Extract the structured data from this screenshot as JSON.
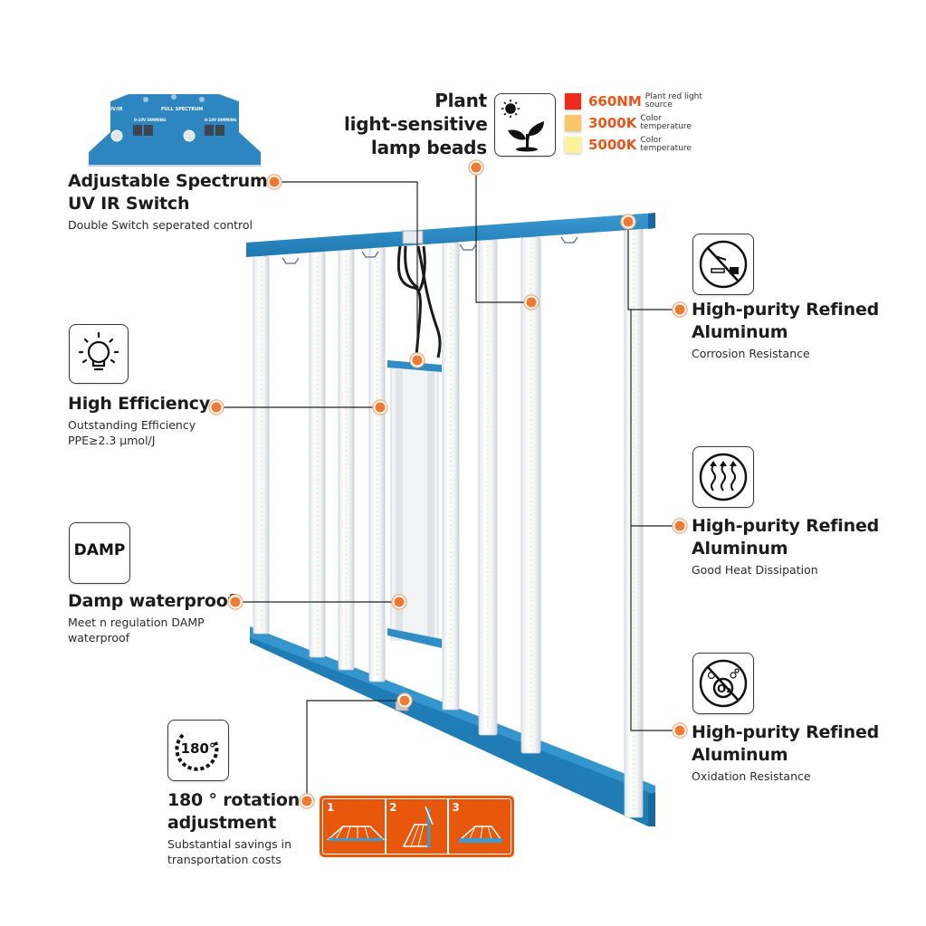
{
  "colors": {
    "accent_orange": "#ee7a33",
    "frame_blue": "#2f8cc4",
    "step_orange": "#e8580c",
    "red_660": "#ee2b1b",
    "amber_3000": "#f7c56a",
    "yellow_5000": "#fbf29a"
  },
  "controller": {
    "label_left": "UV/IR",
    "label_left_sub": "0-10V DIMMING",
    "label_right": "FULL SPECTRUM",
    "label_right_sub": "0-10V DIMMING"
  },
  "spectrum_switch": {
    "title_line1": "Adjustable Spectrum",
    "title_line2": "UV IR Switch",
    "subtitle": "Double Switch seperated control"
  },
  "lamp_beads": {
    "title_line1": "Plant",
    "title_line2": "light-sensitive",
    "title_line3": "lamp beads",
    "icon": "sun-plant-icon",
    "legend": [
      {
        "code": "660NM",
        "desc": "Plant red light\nsource",
        "color": "#ee2b1b"
      },
      {
        "code": "3000K",
        "desc": "Color\ntemperature",
        "color": "#f7c56a"
      },
      {
        "code": "5000K",
        "desc": "Color\ntemperature",
        "color": "#fbf29a"
      }
    ]
  },
  "efficiency": {
    "icon": "light-bulb-icon",
    "title": "High Efficiency",
    "sub_line1": "Outstanding Efficiency",
    "sub_line2": "PPE≥2.3 μmol/J"
  },
  "damp": {
    "icon_text": "DAMP",
    "title": "Damp waterproof",
    "sub_line1": "Meet n regulation DAMP",
    "sub_line2": "waterproof"
  },
  "rotation": {
    "icon_text": "180°",
    "title_line1": "180 ° rotation",
    "title_line2": "adjustment",
    "sub_line1": "Substantial savings in",
    "sub_line2": "transportation costs",
    "steps": [
      "1",
      "2",
      "3"
    ]
  },
  "aluminum_features": [
    {
      "icon": "no-corrosion-icon",
      "title_line1": "High-purity Refined",
      "title_line2": "Aluminum",
      "subtitle": "Corrosion Resistance"
    },
    {
      "icon": "heat-dissipation-icon",
      "title_line1": "High-purity Refined",
      "title_line2": "Aluminum",
      "subtitle": "Good Heat Dissipation"
    },
    {
      "icon": "no-oxidation-icon",
      "title_line1": "High-purity Refined",
      "title_line2": "Aluminum",
      "subtitle": "Oxidation Resistance"
    }
  ]
}
